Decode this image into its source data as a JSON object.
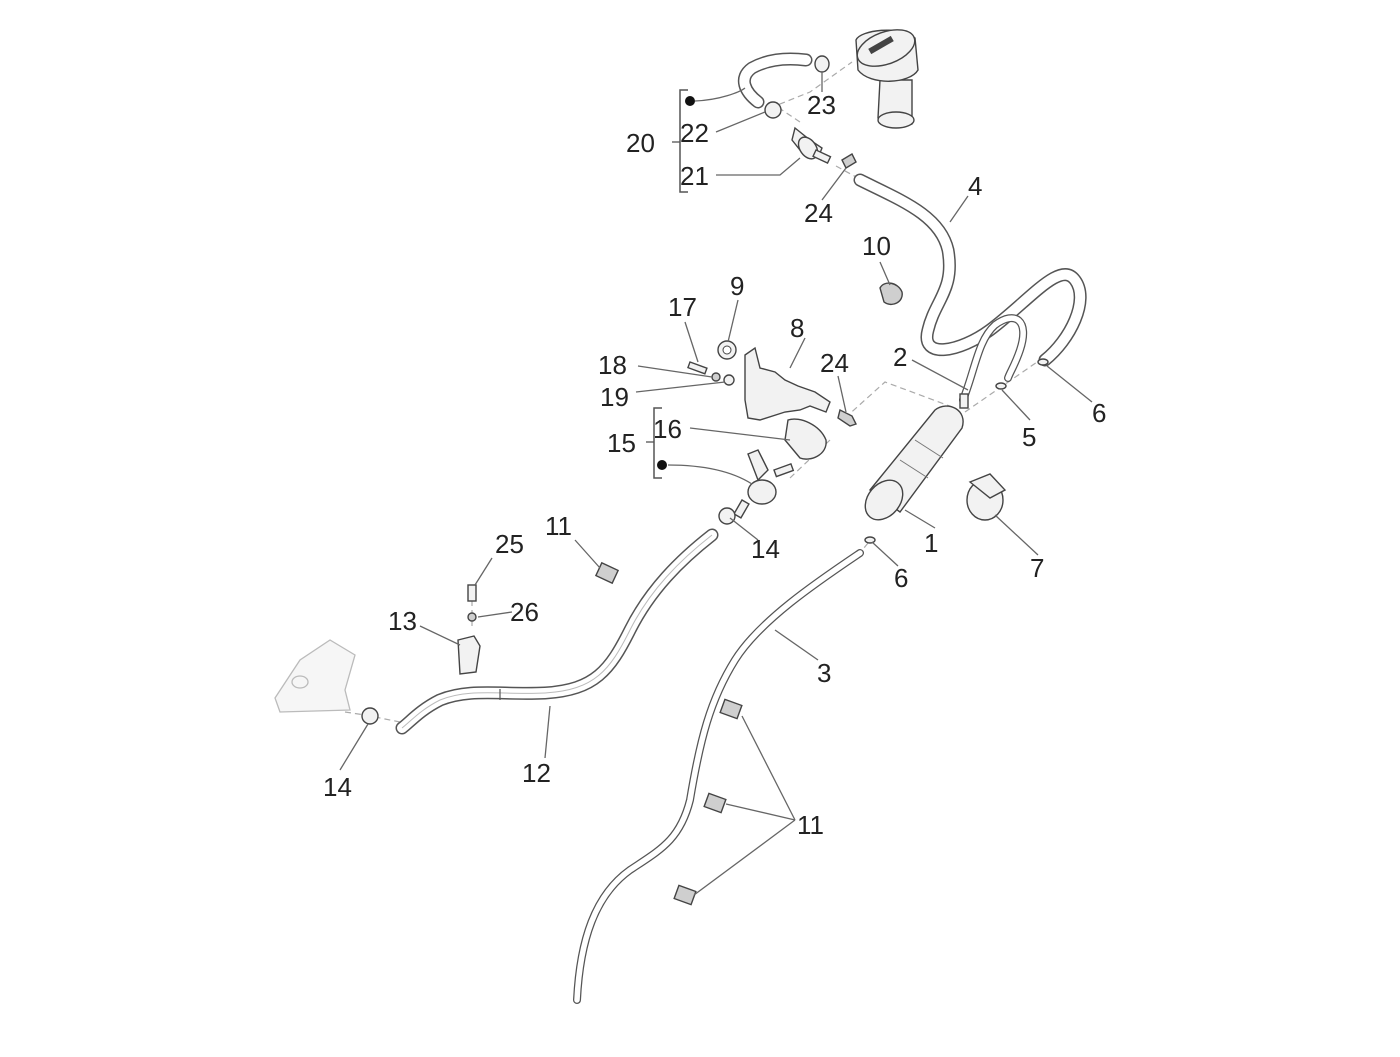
{
  "diagram": {
    "type": "exploded-parts-diagram",
    "subject": "Fuel vapour recovery system (canister, hoses, valves, clips)",
    "callouts": [
      {
        "id": "c1",
        "label": "1"
      },
      {
        "id": "c2",
        "label": "2"
      },
      {
        "id": "c3",
        "label": "3"
      },
      {
        "id": "c4",
        "label": "4"
      },
      {
        "id": "c5",
        "label": "5"
      },
      {
        "id": "c6a",
        "label": "6"
      },
      {
        "id": "c6b",
        "label": "6"
      },
      {
        "id": "c7",
        "label": "7"
      },
      {
        "id": "c8",
        "label": "8"
      },
      {
        "id": "c9",
        "label": "9"
      },
      {
        "id": "c10",
        "label": "10"
      },
      {
        "id": "c11a",
        "label": "11"
      },
      {
        "id": "c11b",
        "label": "11"
      },
      {
        "id": "c12",
        "label": "12"
      },
      {
        "id": "c13",
        "label": "13"
      },
      {
        "id": "c14a",
        "label": "14"
      },
      {
        "id": "c14b",
        "label": "14"
      },
      {
        "id": "c15",
        "label": "15"
      },
      {
        "id": "c16",
        "label": "16"
      },
      {
        "id": "c17",
        "label": "17"
      },
      {
        "id": "c18",
        "label": "18"
      },
      {
        "id": "c19",
        "label": "19"
      },
      {
        "id": "c20",
        "label": "20"
      },
      {
        "id": "c21",
        "label": "21"
      },
      {
        "id": "c22",
        "label": "22"
      },
      {
        "id": "c23",
        "label": "23"
      },
      {
        "id": "c24a",
        "label": "24"
      },
      {
        "id": "c24b",
        "label": "24"
      },
      {
        "id": "c25",
        "label": "25"
      },
      {
        "id": "c26",
        "label": "26"
      }
    ],
    "groups": [
      {
        "label": "20",
        "members": [
          "22",
          "21",
          "hose (bullet)"
        ]
      },
      {
        "label": "15",
        "members": [
          "16",
          "valve (bullet)"
        ]
      }
    ]
  }
}
